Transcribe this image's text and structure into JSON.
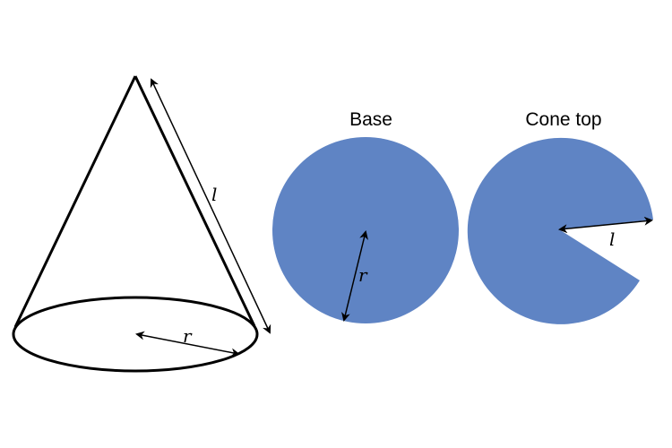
{
  "title_base": "Base",
  "title_cone_top": "Cone top",
  "var_r": "r",
  "var_l": "l",
  "colors": {
    "fill": "#5F84C4",
    "stroke": "#000000"
  }
}
